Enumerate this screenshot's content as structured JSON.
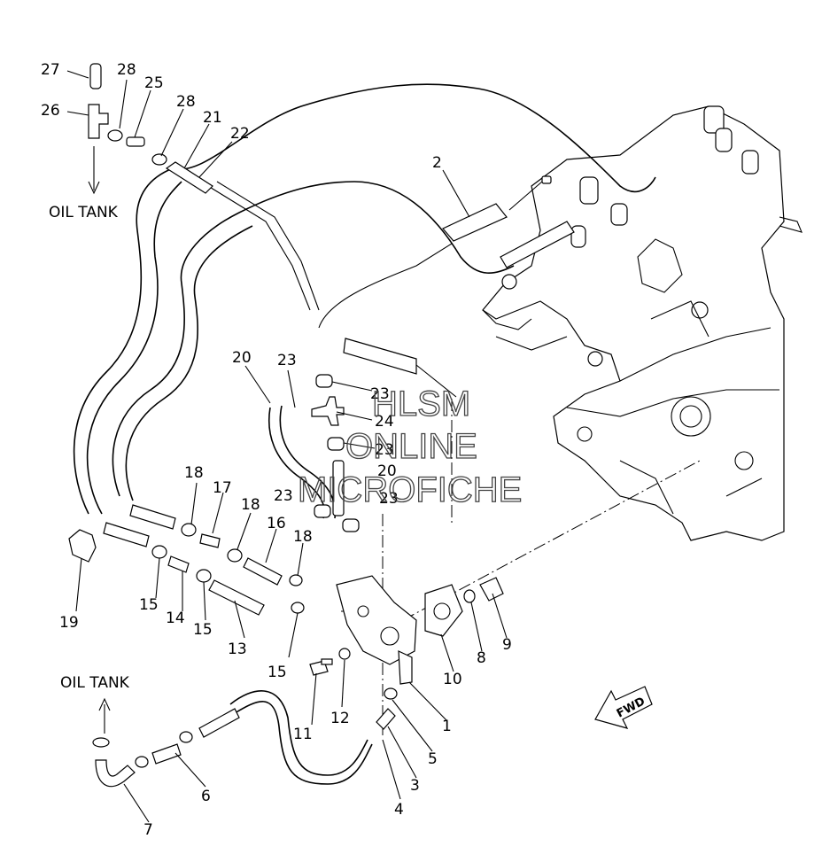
{
  "callouts": {
    "c1": "1",
    "c2": "2",
    "c3": "3",
    "c4": "4",
    "c5": "5",
    "c6": "6",
    "c7": "7",
    "c8": "8",
    "c9": "9",
    "c10": "10",
    "c11": "11",
    "c12": "12",
    "c13": "13",
    "c14": "14",
    "c15a": "15",
    "c15b": "15",
    "c15c": "15",
    "c16": "16",
    "c17": "17",
    "c18a": "18",
    "c18b": "18",
    "c18c": "18",
    "c19": "19",
    "c20a": "20",
    "c20b": "20",
    "c21": "21",
    "c22": "22",
    "c23a": "23",
    "c23b": "23",
    "c23c": "23",
    "c23d": "23",
    "c23e": "23",
    "c24": "24",
    "c25": "25",
    "c26": "26",
    "c27": "27",
    "c28a": "28",
    "c28b": "28"
  },
  "notes": {
    "oil_tank_top": "OIL TANK",
    "oil_tank_bottom": "OIL TANK"
  },
  "watermark": {
    "line1": "HLSM",
    "line2": "ONLINE",
    "line3": "MICROFICHE"
  },
  "fwd_arrow_label": "FWD"
}
